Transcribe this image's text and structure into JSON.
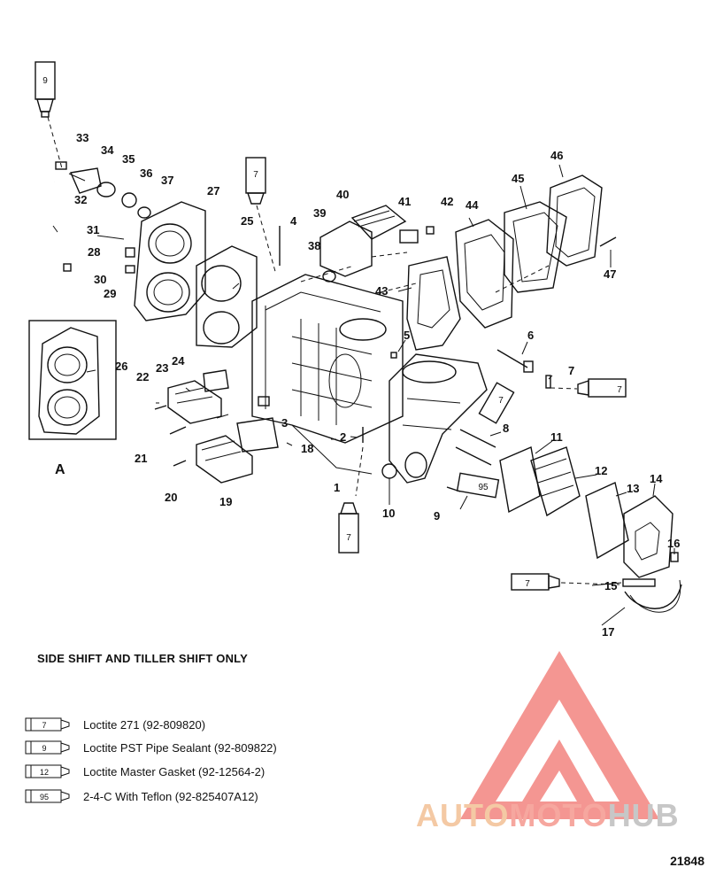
{
  "callouts": [
    "1",
    "2",
    "3",
    "4",
    "5",
    "6",
    "7",
    "8",
    "9",
    "10",
    "11",
    "12",
    "13",
    "14",
    "15",
    "16",
    "17",
    "18",
    "19",
    "20",
    "21",
    "22",
    "23",
    "24",
    "25",
    "26",
    "27",
    "28",
    "29",
    "30",
    "31",
    "32",
    "33",
    "34",
    "35",
    "36",
    "37",
    "38",
    "39",
    "40",
    "41",
    "42",
    "43",
    "44",
    "45",
    "46",
    "47"
  ],
  "detail_label": "A",
  "note": "SIDE SHIFT AND TILLER SHIFT ONLY",
  "tube_marks": {
    "loctite_271": "7",
    "pst_sealant": "9",
    "grease_95": "95"
  },
  "legend": [
    {
      "tube": "7",
      "text": "Loctite 271 (92-809820)"
    },
    {
      "tube": "9",
      "text": "Loctite PST Pipe Sealant (92-809822)"
    },
    {
      "tube": "12",
      "text": "Loctite Master Gasket (92-12564-2)"
    },
    {
      "tube": "95",
      "text": "2-4-C  With Teflon (92-825407A12)"
    }
  ],
  "watermark": {
    "part1": "AUTO",
    "part2": "MOTO",
    "part3": "HUB"
  },
  "figure_number": "21848",
  "colors": {
    "line": "#111111",
    "watermark_red": "#ef5a55",
    "watermark_orange": "#f4c9a4",
    "watermark_grey": "#c7c7c7"
  }
}
